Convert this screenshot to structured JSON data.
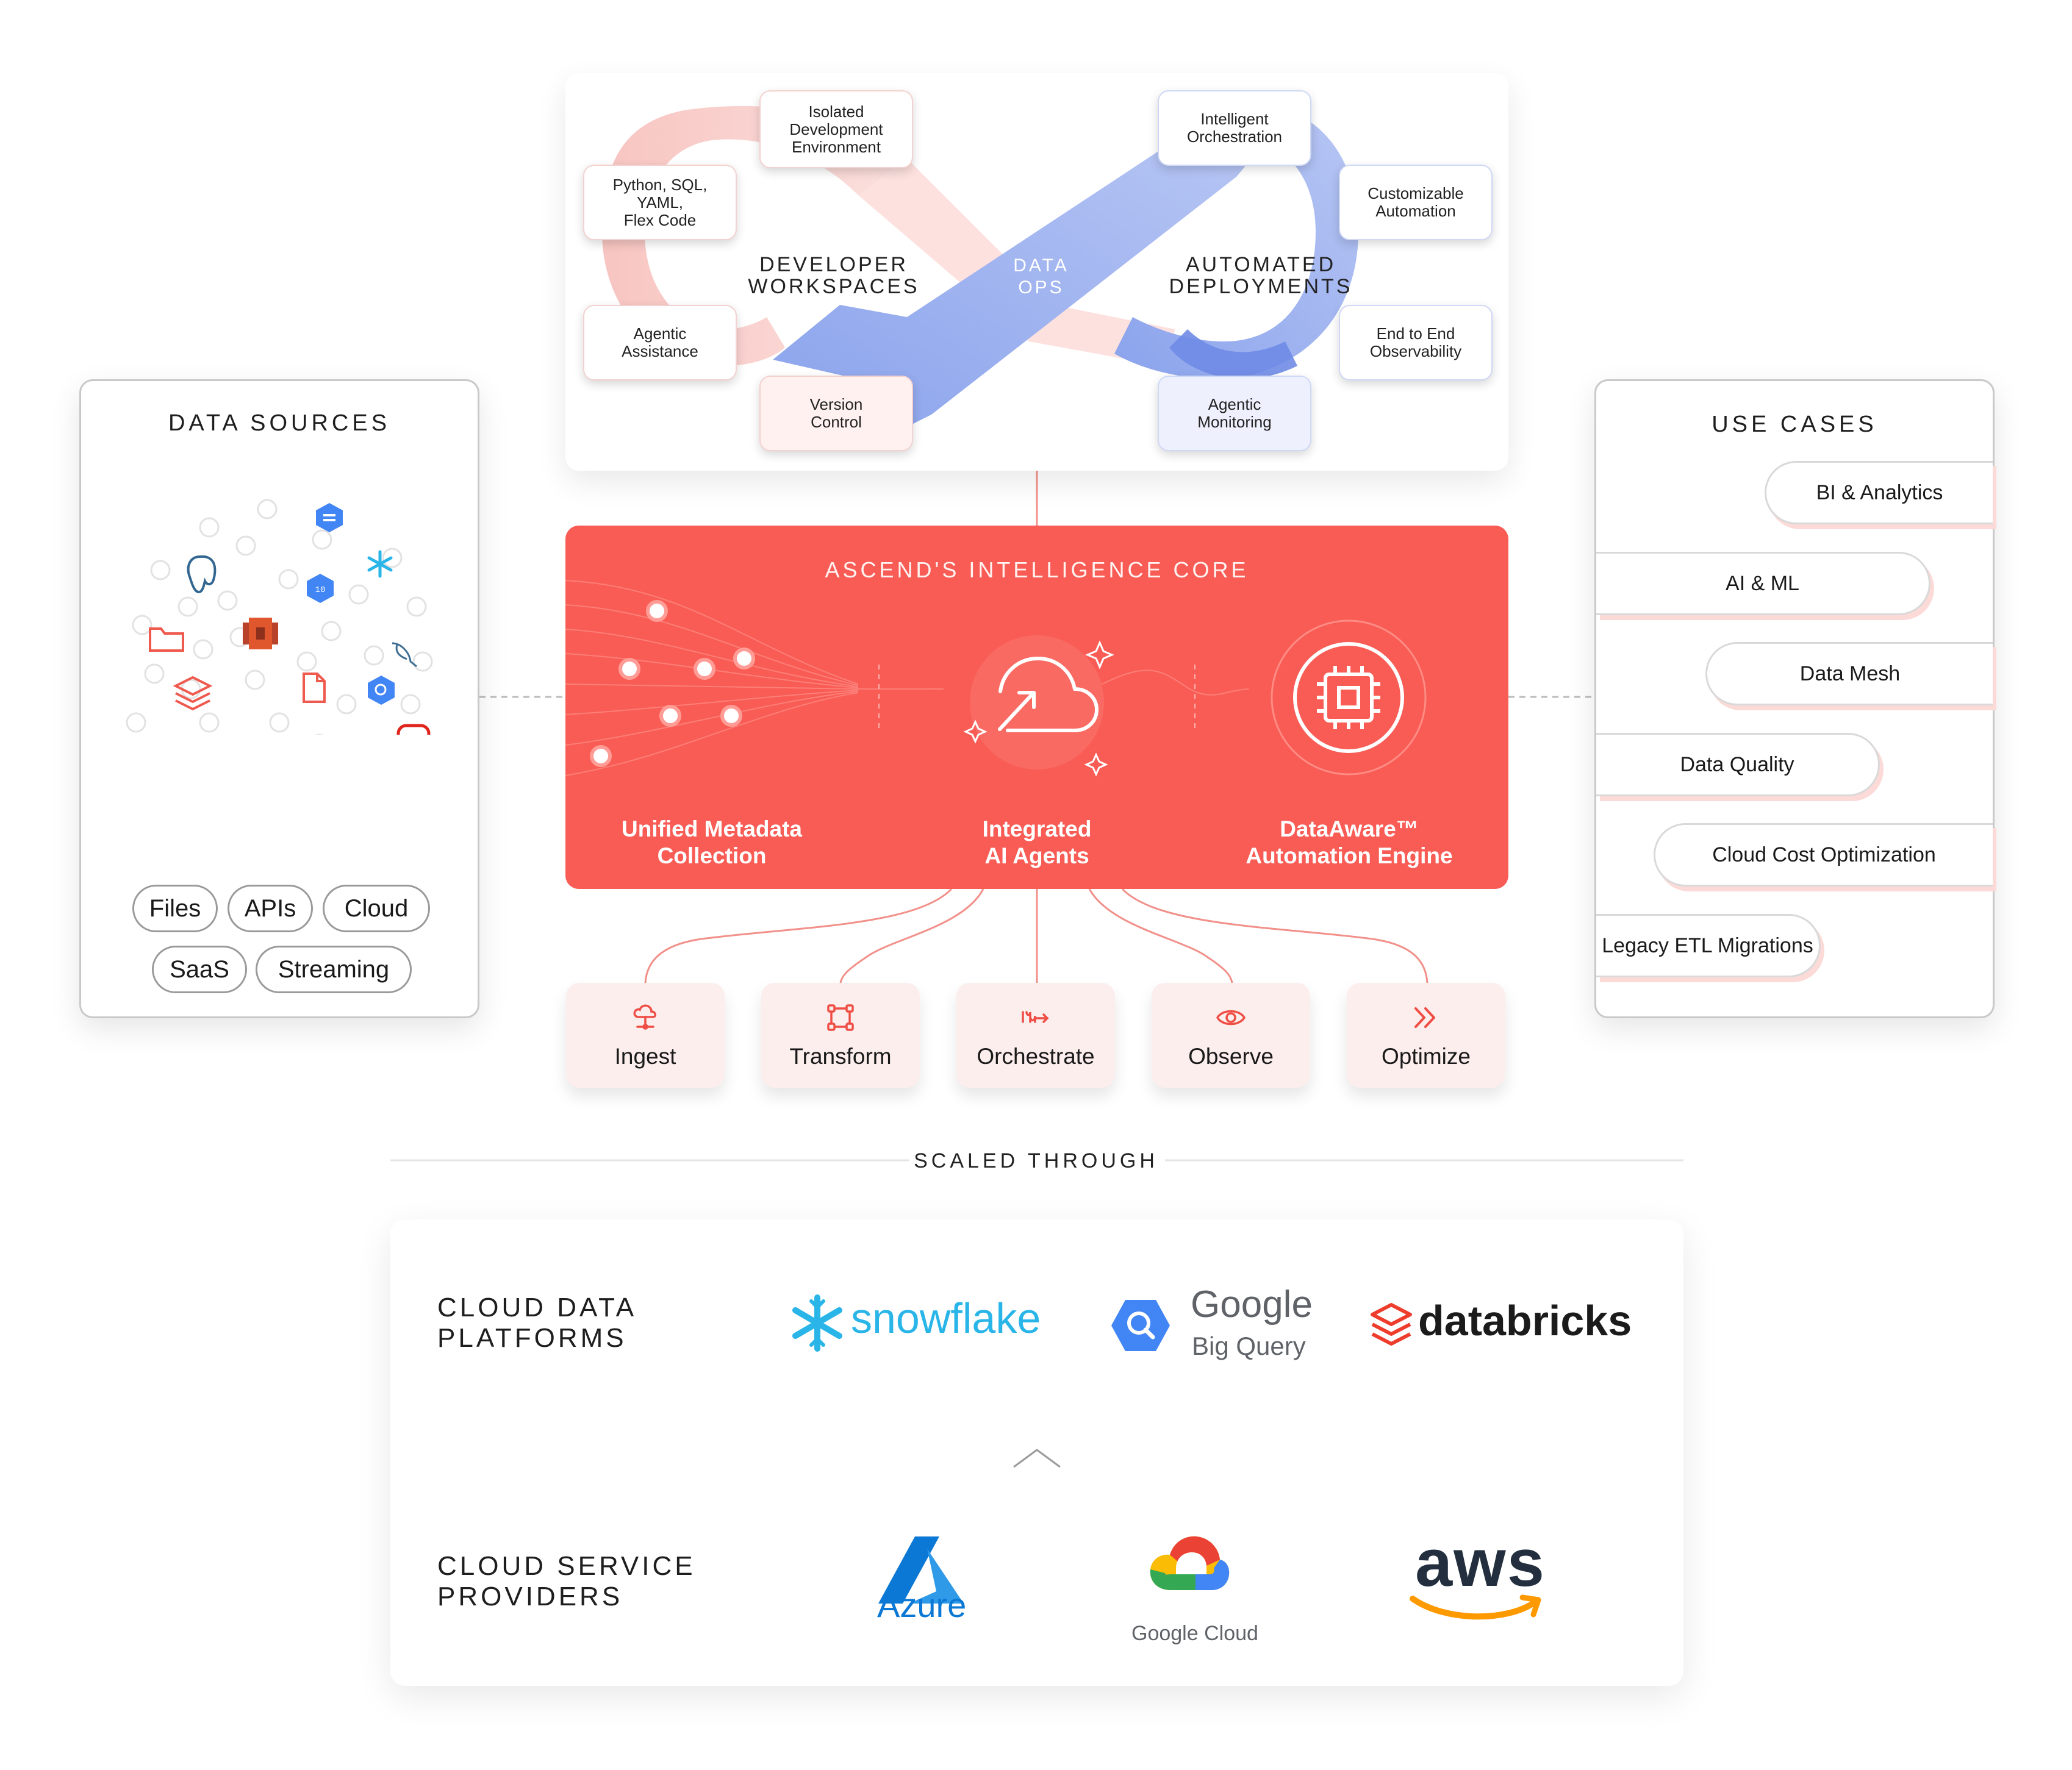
{
  "data_sources": {
    "title": "DATA SOURCES",
    "pills": [
      "Files",
      "APIs",
      "Cloud",
      "SaaS",
      "Streaming"
    ]
  },
  "use_cases": {
    "title": "USE CASES",
    "items": [
      "BI & Analytics",
      "AI & ML",
      "Data Mesh",
      "Data Quality",
      "Cloud Cost Optimization",
      "Legacy ETL Migrations"
    ]
  },
  "dataops": {
    "center_label": "DATA\nOPS",
    "left_label": "DEVELOPER\nWORKSPACES",
    "right_label": "AUTOMATED\nDEPLOYMENTS",
    "left_nodes": [
      "Isolated\nDevelopment\nEnvironment",
      "Python, SQL,\nYAML,\nFlex Code",
      "Agentic\nAssistance",
      "Version\nControl"
    ],
    "right_nodes": [
      "Intelligent\nOrchestration",
      "Customizable\nAutomation",
      "End to End\nObservability",
      "Agentic\nMonitoring"
    ]
  },
  "core": {
    "title": "ASCEND'S INTELLIGENCE CORE",
    "labels": [
      "Unified Metadata\nCollection",
      "Integrated\nAI Agents",
      "DataAware™\nAutomation Engine"
    ]
  },
  "capabilities": [
    {
      "label": "Ingest",
      "icon": "ingest-icon"
    },
    {
      "label": "Transform",
      "icon": "transform-icon"
    },
    {
      "label": "Orchestrate",
      "icon": "orchestrate-icon"
    },
    {
      "label": "Observe",
      "icon": "eye-icon"
    },
    {
      "label": "Optimize",
      "icon": "chevrons-right-icon"
    }
  ],
  "scaled_through": "SCALED THROUGH",
  "cloud_data_platforms": {
    "label": "CLOUD DATA\nPLATFORMS",
    "logos": {
      "snowflake": "snowflake",
      "google_line1": "Google",
      "google_line2": "Big Query",
      "databricks": "databricks"
    }
  },
  "cloud_service_providers": {
    "label": "CLOUD SERVICE\nPROVIDERS",
    "logos": {
      "azure": "Azure",
      "google_cloud": "Google Cloud",
      "aws": "aws"
    }
  },
  "colors": {
    "coral": "#f85c55",
    "blue": "#8aa3ec",
    "pink": "#f6b7b2",
    "snowflake": "#29b5e8",
    "bigquery": "#4285f4",
    "databricks": "#ee3d2c",
    "azure": "#0a78d4",
    "aws_orange": "#ff9900"
  }
}
